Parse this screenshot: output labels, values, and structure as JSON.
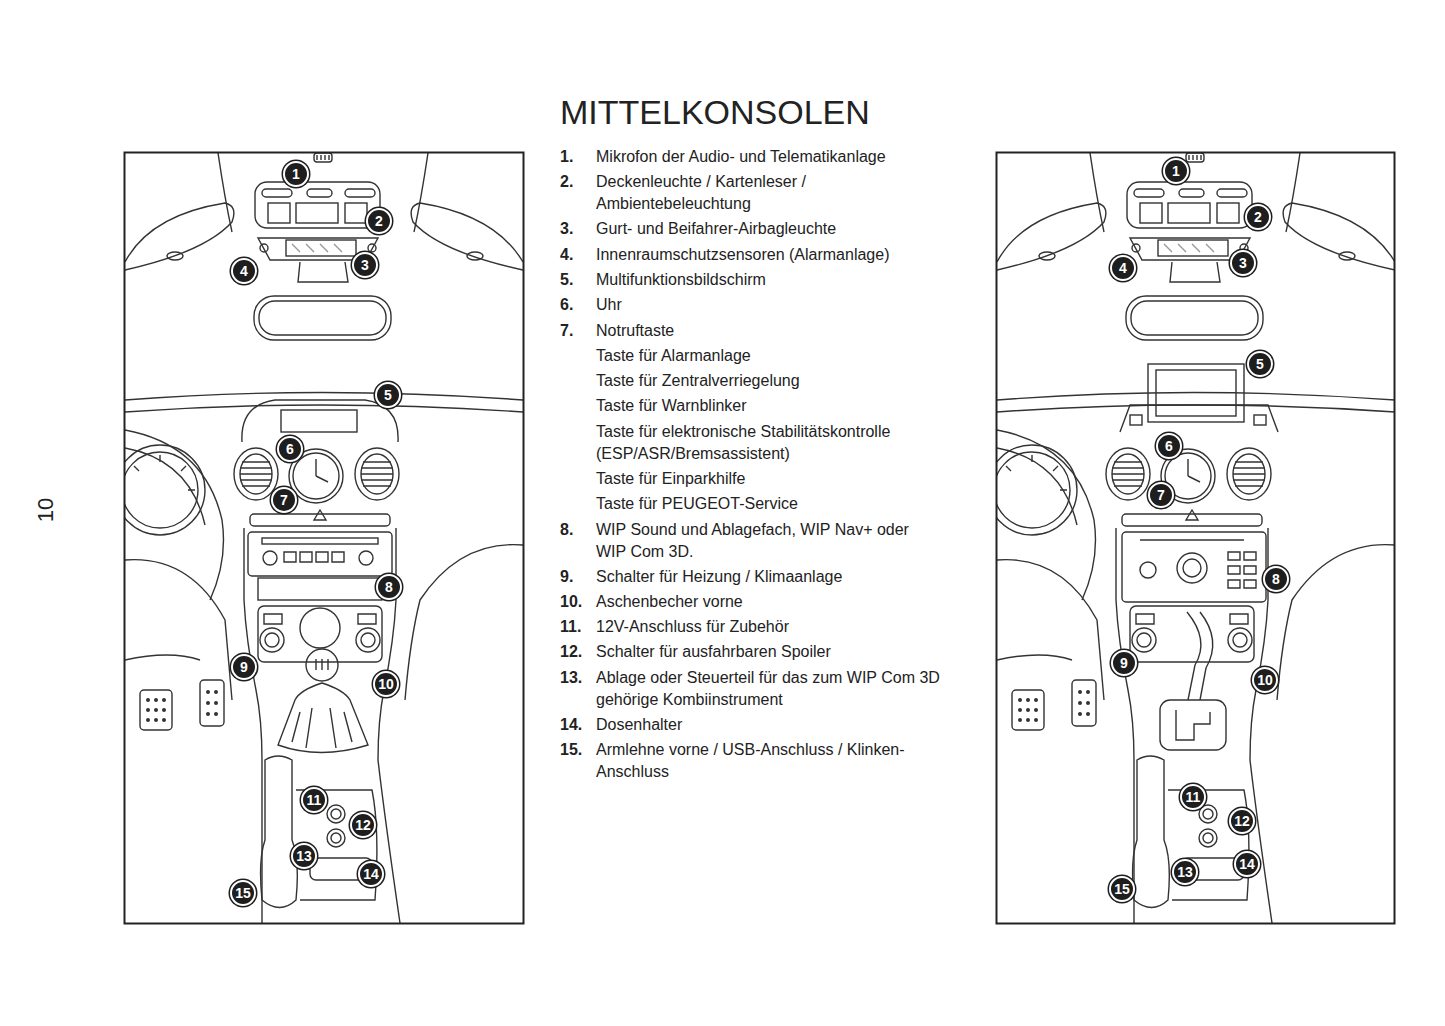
{
  "diagram": {
    "title": "MITTELKONSOLEN",
    "labels": [
      "10",
      "1.",
      "Mikrofon der Audio- und Telematikanlage",
      "2.",
      "Deckenleuchte / Kartenleser / Ambientebeleuchtung",
      "3.",
      "Gurt- und Beifahrer-Airbagleuchte",
      "4.",
      "Innenraumschutzsensoren (Alarmanlage)",
      "5.",
      "Multifunktionsbildschirm",
      "6.",
      "Uhr",
      "7.",
      "Notruftaste",
      "Taste für Alarmanlage",
      "Taste für Zentralverriegelung",
      "Taste für Warnblinker",
      "Taste für elektronische Stabilitätskontrolle (ESP/ASR/Bremsassistent)",
      "Taste für Einparkhilfe",
      "Taste für PEUGEOT-Service",
      "8.",
      "WIP Sound und Ablagefach, WIP Nav+ oder WIP Com 3D.",
      "9.",
      "Schalter für Heizung / Klimaanlage",
      "10.",
      "Aschenbecher vorne",
      "11.",
      "12V-Anschluss für Zubehör",
      "12.",
      "Schalter für ausfahrbaren Spoiler",
      "13.",
      "Ablage oder Steuerteil für das zum WIP Com 3D gehörige Kombiinstrument",
      "14.",
      "Dosenhalter",
      "15.",
      "Armlehne vorne / USB-Anschluss / Klinken- Anschluss",
      "1",
      "2",
      "3",
      "4",
      "5",
      "6",
      "7",
      "8",
      "9",
      "10",
      "11",
      "12",
      "13",
      "14",
      "15",
      "1",
      "2",
      "3",
      "4",
      "5",
      "6",
      "7",
      "8",
      "9",
      "10",
      "11",
      "12",
      "13",
      "14",
      "15"
    ]
  }
}
